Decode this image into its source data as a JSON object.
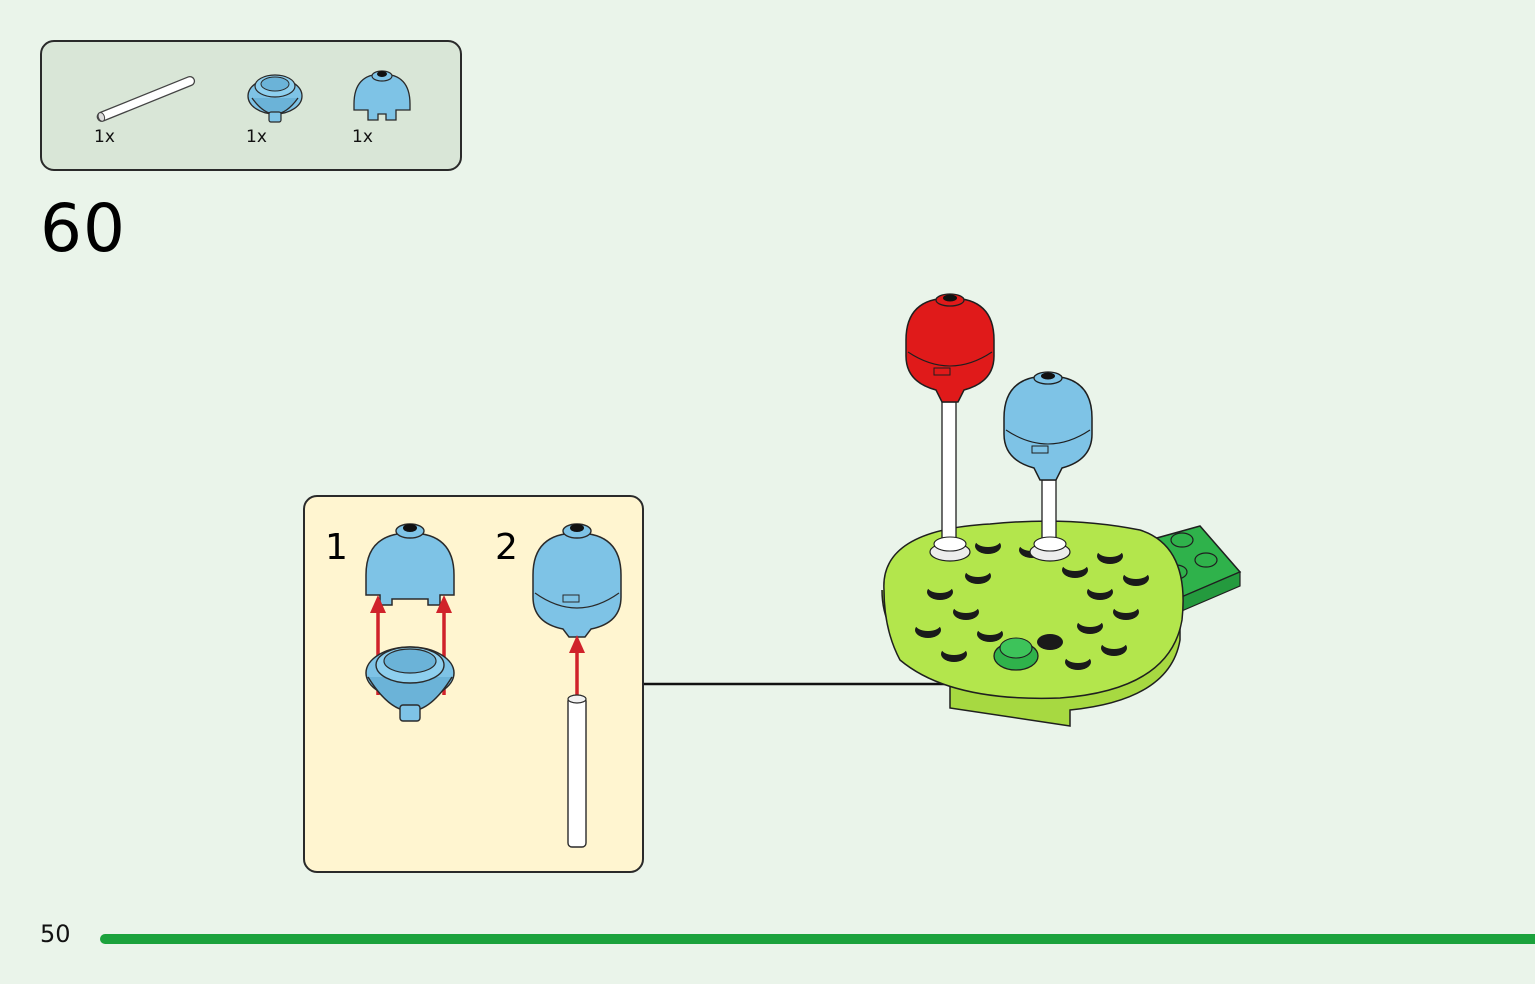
{
  "parts_list": {
    "items": [
      {
        "icon": "white-bar-icon",
        "qty": "1x",
        "color": "#FFFFFF"
      },
      {
        "icon": "blue-round-base-icon",
        "qty": "1x",
        "color": "#7EC3E6"
      },
      {
        "icon": "blue-dome-icon",
        "qty": "1x",
        "color": "#7EC3E6"
      }
    ]
  },
  "step": {
    "number": "60"
  },
  "substeps": [
    {
      "number": "1"
    },
    {
      "number": "2"
    }
  ],
  "footer": {
    "page_number": "50",
    "progress_color": "#1BA23C"
  },
  "colors": {
    "background": "#EAF4EA",
    "parts_box": "#D9E6D7",
    "substep_box": "#FFF5D0",
    "blue_part": "#7EC3E6",
    "red_part": "#E01A1A",
    "lime_base": "#B3E64C",
    "green_plate": "#2FB24B",
    "arrow_red": "#D0222A"
  }
}
